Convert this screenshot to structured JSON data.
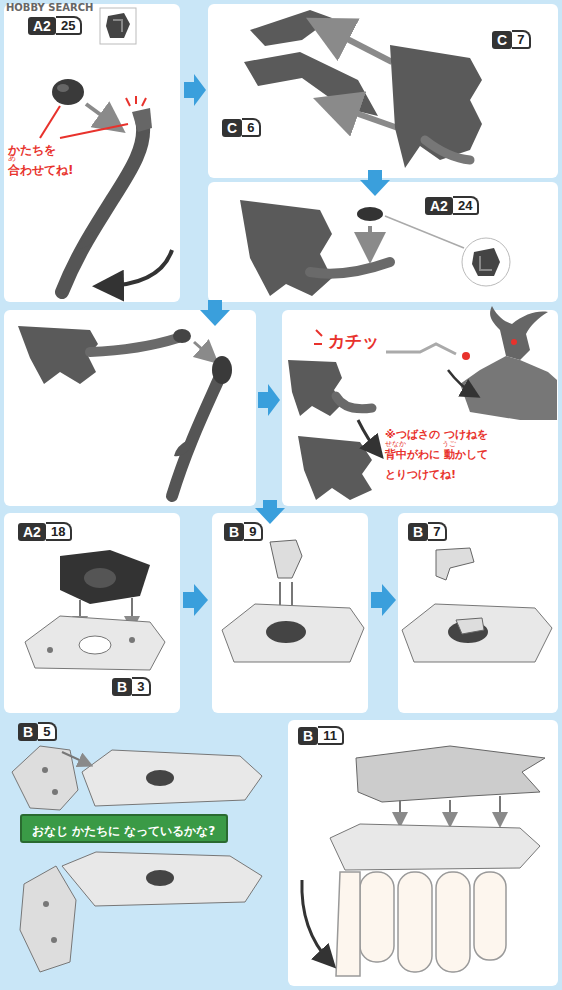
{
  "diagram": {
    "nodes": [
      {
        "text": [
          "おなじ かたちに なっているかな?"
        ]
      }
    ],
    "labels": [
      "HOBBY SEARCH",
      "A2",
      "25",
      "あ",
      "かたちを 合わせてね!",
      "C",
      "7",
      "C",
      "6",
      "A2",
      "24",
      "カチッ",
      "せなか",
      "うご",
      "※つばさの つけねを 背中がわに 動かして とりつけてね!",
      "A2",
      "18",
      "B",
      "3",
      "B",
      "9",
      "B",
      "7",
      "B",
      "5",
      "B",
      "11"
    ]
  }
}
